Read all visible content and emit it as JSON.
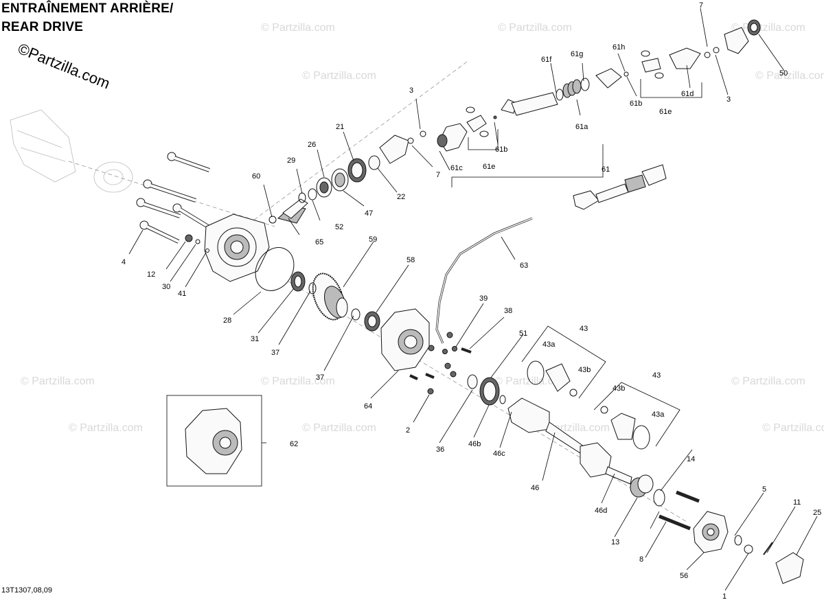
{
  "header": {
    "title_line1": "ENTRAÎNEMENT ARRIÈRE/",
    "title_line2": "REAR DRIVE",
    "logo_text": "©Partzilla.com"
  },
  "footer": {
    "code": "13T1307,08,09"
  },
  "watermark": "© Partzilla.com",
  "callouts": [
    "1",
    "2",
    "3",
    "3",
    "4",
    "5",
    "7",
    "7",
    "8",
    "11",
    "12",
    "13",
    "14",
    "21",
    "22",
    "25",
    "26",
    "28",
    "29",
    "30",
    "31",
    "36",
    "37",
    "37",
    "38",
    "39",
    "41",
    "43",
    "43",
    "43a",
    "43a",
    "43b",
    "43b",
    "46",
    "46b",
    "46c",
    "46d",
    "47",
    "50",
    "51",
    "52",
    "56",
    "58",
    "59",
    "60",
    "61",
    "61a",
    "61b",
    "61b",
    "61c",
    "61d",
    "61e",
    "61e",
    "61f",
    "61g",
    "61h",
    "62",
    "63",
    "64",
    "65"
  ]
}
